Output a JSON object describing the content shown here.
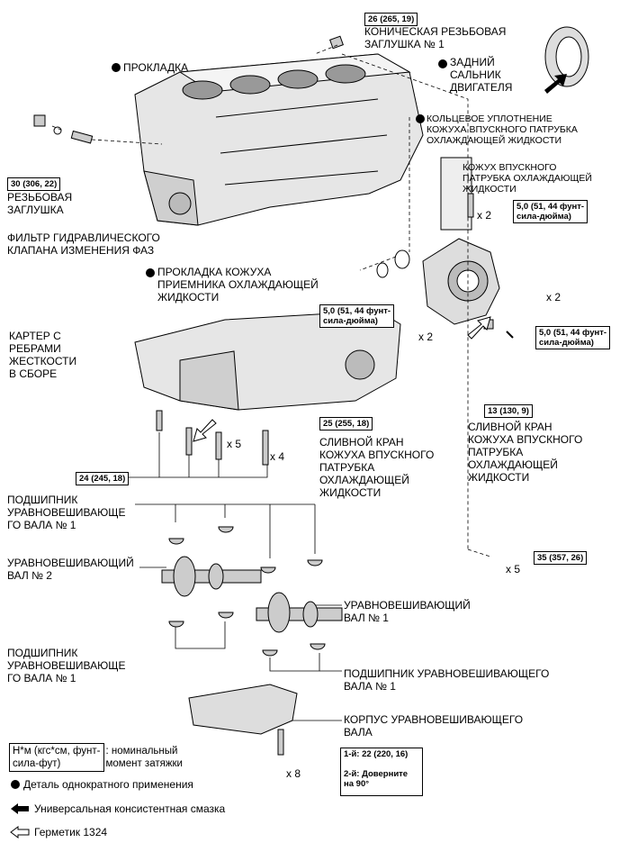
{
  "labels": {
    "plug_cone_torque": "26 (265, 19)",
    "plug_cone": "КОНИЧЕСКАЯ РЕЗЬБОВАЯ\nЗАГЛУШКА № 1",
    "rear_seal": "ЗАДНИЙ\nСАЛЬНИК\nДВИГАТЕЛЯ",
    "gasket": "ПРОКЛАДКА",
    "oring": "КОЛЬЦЕВОЕ УПЛОТНЕНИЕ\nКОЖУХА ВПУСКНОГО ПАТРУБКА\nОХЛАЖДАЮЩЕЙ ЖИДКОСТИ",
    "inlet_housing": "КОЖУХ ВПУСКНОГО\nПАТРУБКА ОХЛАЖДАЮЩЕЙ\nЖИДКОСТИ",
    "torque_5a": "5,0 (51, 44 фунт-\nсила-дюйма)",
    "x2_a": "x 2",
    "plug_torque": "30 (306, 22)",
    "plug": "РЕЗЬБОВАЯ\nЗАГЛУШКА",
    "filter": "ФИЛЬТР ГИДРАВЛИЧЕСКОГО\nКЛАПАНА ИЗМЕНЕНИЯ ФАЗ",
    "housing_gasket": "ПРОКЛАДКА КОЖУХА\nПРИЕМНИКА ОХЛАЖДАЮЩЕЙ\nЖИДКОСТИ",
    "crankcase": "КАРТЕР С\nРЕБРАМИ\nЖЕСТКОСТИ\nВ СБОРЕ",
    "torque_5b": "5,0 (51, 44 фунт-\nсила-дюйма)",
    "x2_b": "x 2",
    "x2_c": "x 2",
    "torque_5c": "5,0 (51, 44 фунт-\nсила-дюйма)",
    "drain_torque_13": "13 (130, 9)",
    "drain_cock": "СЛИВНОЙ КРАН\nКОЖУХА ВПУСКНОГО\nПАТРУБКА\nОХЛАЖДАЮЩЕЙ\nЖИДКОСТИ",
    "drain_torque_25": "25 (255, 18)",
    "drain_cock2": "СЛИВНОЙ КРАН\nКОЖУХА ВПУСКНОГО\nПАТРУБКА\nОХЛАЖДАЮЩЕЙ\nЖИДКОСТИ",
    "x5_a": "x 5",
    "x4": "x 4",
    "torque_24": "24 (245, 18)",
    "bearing1_top": "ПОДШИПНИК\nУРАВНОВЕШИВАЮЩЕ\nГО ВАЛА № 1",
    "balancer2": "УРАВНОВЕШИВАЮЩИЙ\nВАЛ № 2",
    "torque_35": "35 (357, 26)",
    "x5_b": "x 5",
    "balancer1": "УРАВНОВЕШИВАЮЩИЙ\nВАЛ № 1",
    "bearing1_bottom": "ПОДШИПНИК\nУРАВНОВЕШИВАЮЩЕ\nГО ВАЛА № 1",
    "bearing1_right": "ПОДШИПНИК УРАВНОВЕШИВАЮЩЕГО\nВАЛА № 1",
    "balancer_housing": "КОРПУС УРАВНОВЕШИВАЮЩЕГО\nВАЛА",
    "x8": "x 8",
    "torque_steps": "1-й: 22 (220, 16)\n\n2-й: Доверните\nна 90°"
  },
  "legend": {
    "unit_left": "Н*м (кгс*см, фунт-\nсила-фут)",
    "unit_right": ": номинальный\nмомент затяжки",
    "single_use": "Деталь однократного применения",
    "grease": "Универсальная консистентная смазка",
    "sealant": "Герметик 1324"
  }
}
